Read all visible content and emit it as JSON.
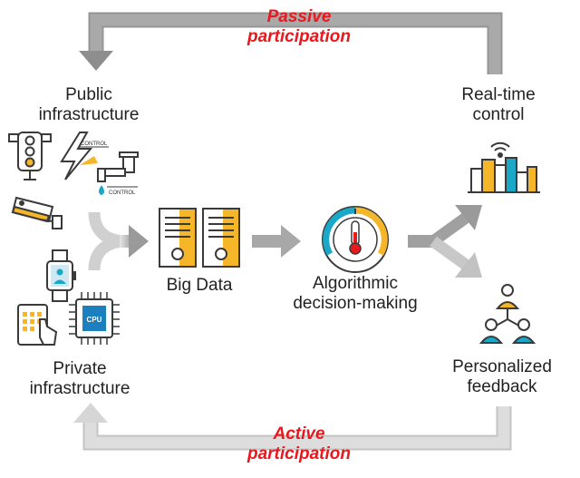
{
  "labels": {
    "passive_line1": "Passive",
    "passive_line2": "participation",
    "public_line1": "Public",
    "public_line2": "infrastructure",
    "realtime_line1": "Real-time",
    "realtime_line2": "control",
    "bigdata": "Big Data",
    "algo_line1": "Algorithmic",
    "algo_line2": "decision-making",
    "private_line1": "Private",
    "private_line2": "infrastructure",
    "personalized_line1": "Personalized",
    "personalized_line2": "feedback",
    "active_line1": "Active",
    "active_line2": "participation",
    "control_tag1": "CONTROL",
    "control_tag2": "CONTROL",
    "cpu_tag": "CPU"
  },
  "colors": {
    "accent_yellow": "#f5b62a",
    "accent_teal": "#19a8c8",
    "arrow_gray": "#a8a8a8",
    "emphasis_red": "#e8191e"
  },
  "icons": [
    "traffic-light-icon",
    "lightning-control-icon",
    "water-tap-icon",
    "security-camera-icon",
    "smartwatch-icon",
    "tablet-icon",
    "cpu-chip-icon",
    "server-icon",
    "gauge-thermometer-icon",
    "city-wifi-icon",
    "people-network-icon"
  ]
}
